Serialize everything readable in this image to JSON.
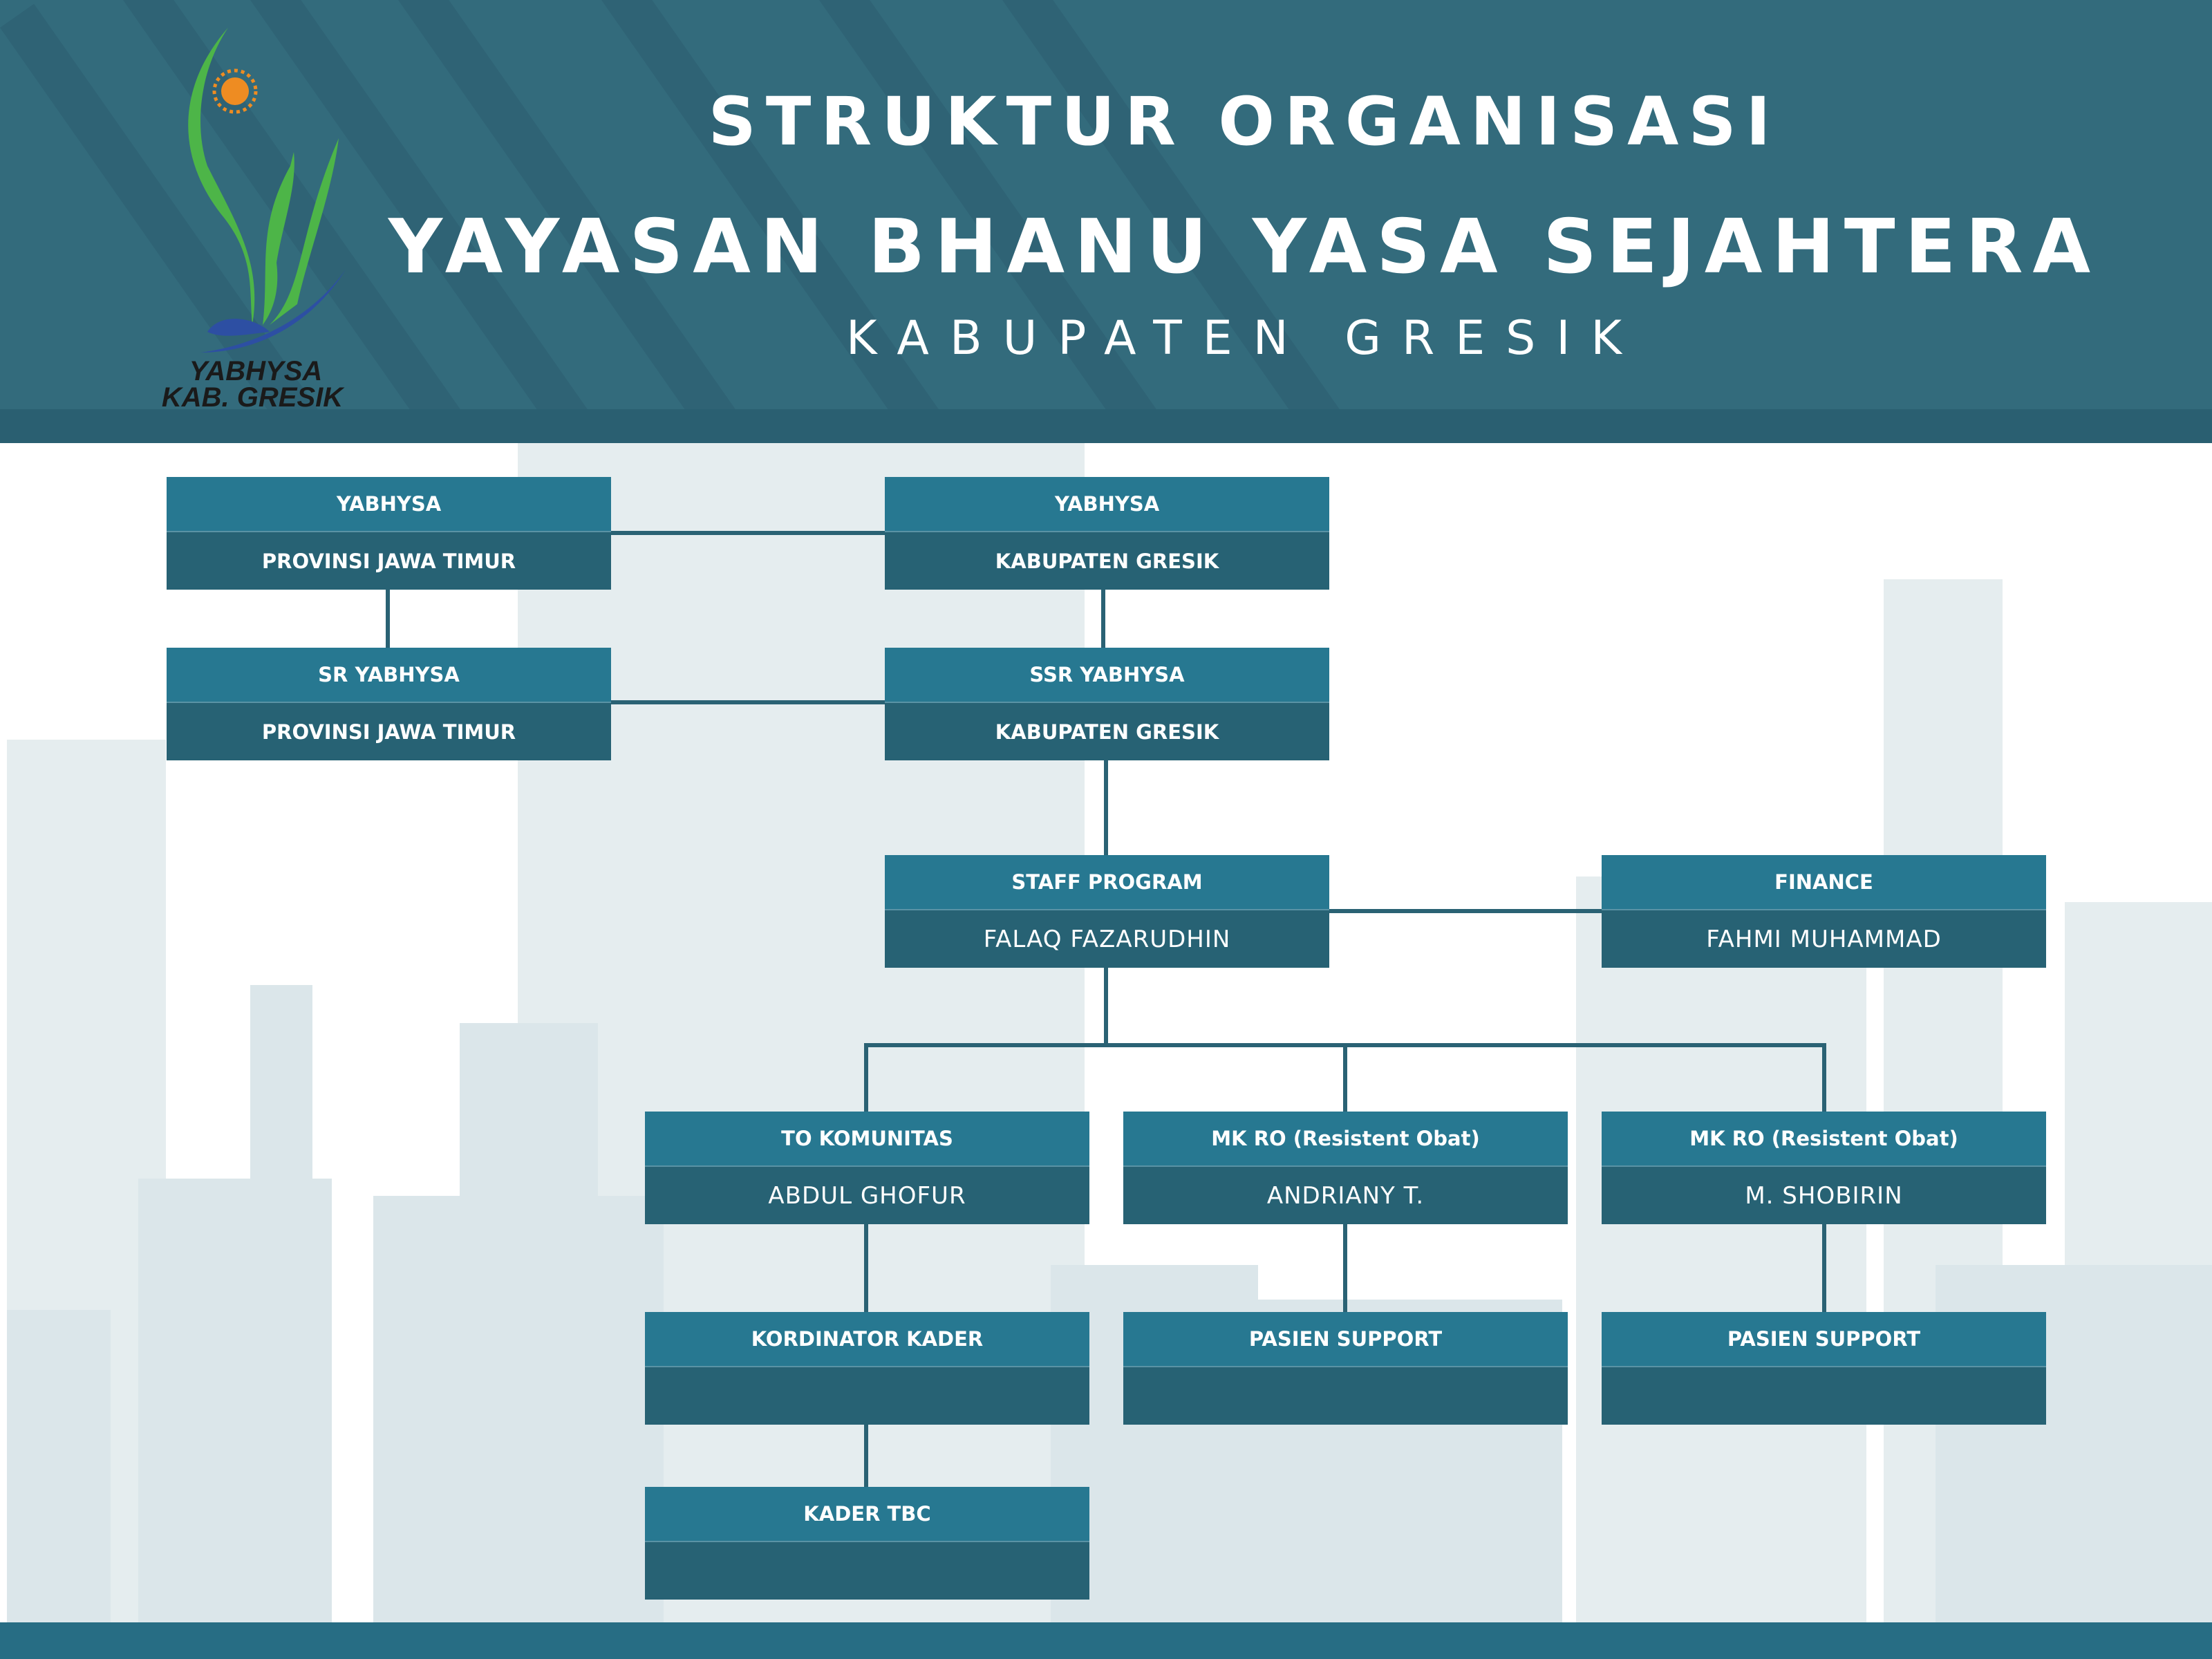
{
  "header": {
    "title": "STRUKTUR ORGANISASI",
    "org": "YAYASAN BHANU YASA SEJAHTERA",
    "region": "KABUPATEN GRESIK",
    "logo": {
      "line1": "YABHYSA",
      "line2": "KAB. GRESIK"
    }
  },
  "nodes": {
    "yabhysa_prov": {
      "title": "YABHYSA",
      "name": "PROVINSI JAWA TIMUR"
    },
    "yabhysa_kab": {
      "title": "YABHYSA",
      "name": "KABUPATEN GRESIK"
    },
    "sr_prov": {
      "title": "SR YABHYSA",
      "name": "PROVINSI JAWA TIMUR"
    },
    "ssr_kab": {
      "title": "SSR YABHYSA",
      "name": "KABUPATEN GRESIK"
    },
    "staff": {
      "title": "STAFF PROGRAM",
      "name": "FALAQ FAZARUDHIN"
    },
    "finance": {
      "title": "FINANCE",
      "name": "FAHMI MUHAMMAD"
    },
    "to": {
      "title": "TO KOMUNITAS",
      "name": "ABDUL GHOFUR"
    },
    "mk1": {
      "title": "MK RO (Resistent Obat)",
      "name": "ANDRIANY T."
    },
    "mk2": {
      "title": "MK RO (Resistent Obat)",
      "name": "M. SHOBIRIN"
    },
    "kord": {
      "title": "KORDINATOR KADER",
      "name": ""
    },
    "ps1": {
      "title": "PASIEN SUPPORT",
      "name": ""
    },
    "ps2": {
      "title": "PASIEN SUPPORT",
      "name": ""
    },
    "kader": {
      "title": "KADER TBC",
      "name": ""
    }
  },
  "colors": {
    "header": "#336b7c",
    "box_top": "#277891",
    "box_bottom": "#276274",
    "line": "#2a6274"
  }
}
